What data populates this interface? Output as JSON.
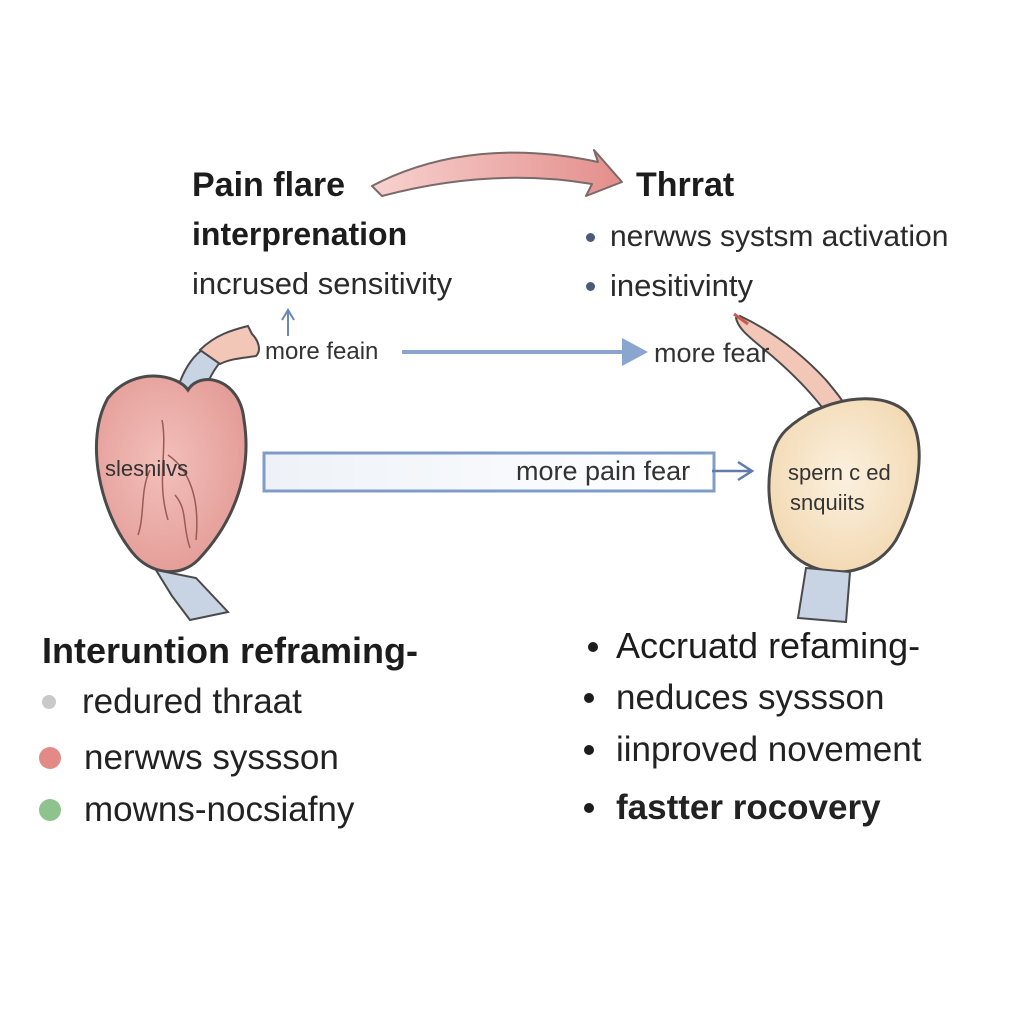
{
  "top_left": {
    "title": "Pain flare",
    "subtitle": "interprenation",
    "line": "incrused sensitivity"
  },
  "top_right": {
    "title": "Thrrat",
    "bullets": [
      "nerwws systsm activation",
      "inesitivinty"
    ]
  },
  "middle": {
    "arrow_label_left": "more feain",
    "arrow_label_right": "more fear",
    "arrow_label_long": "more pain fear"
  },
  "left_organ": {
    "label": "slesnilvs"
  },
  "right_organ": {
    "label_line1": "spern c ed",
    "label_line2": "snquiits"
  },
  "bottom_left": {
    "title": "Interuntion reframing-",
    "items": [
      {
        "text": "redured thraat",
        "dot_color": "#c9c9c9"
      },
      {
        "text": "nerwws syssson",
        "dot_color": "#e48a86"
      },
      {
        "text": "mowns-nocsiafny",
        "dot_color": "#8ec38e"
      }
    ]
  },
  "bottom_right": {
    "title": "Accruatd refaming-",
    "items": [
      "neduces syssson",
      "iinproved novement",
      "fastter rocovery"
    ]
  },
  "colors": {
    "red_arrow": "#e89a98",
    "blue_arrow": "#7f9cc8",
    "left_organ": "#e9a8a4",
    "right_organ": "#f6e3c8",
    "sleeve": "#c8d4e4",
    "skin": "#f3c7b8"
  }
}
